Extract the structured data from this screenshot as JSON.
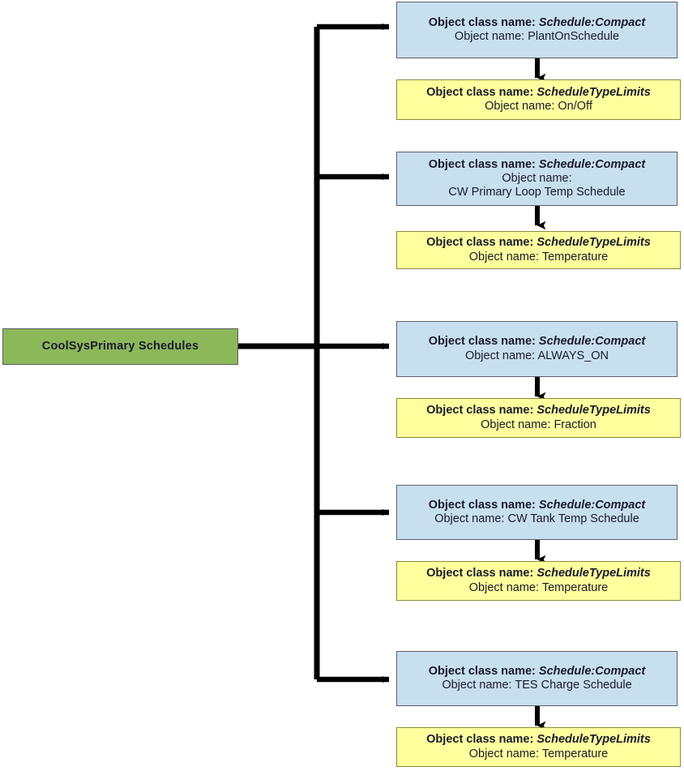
{
  "diagram": {
    "type": "tree",
    "title": "CoolSysPrimary Schedules object tree",
    "colors": {
      "root_fill": "#8cb85a",
      "compact_fill": "#c8dff0",
      "limits_fill": "#ffff9e",
      "connector": "#000000",
      "text": "#1a1a2e"
    },
    "root": {
      "label": "CoolSysPrimary Schedules"
    },
    "labels": {
      "class_prefix": "Object class name:",
      "name_prefix": "Object name:"
    },
    "branches": [
      {
        "compact": {
          "class_prefix": "Object class name:",
          "class_name": "Schedule:Compact",
          "name_prefix": "Object name:",
          "object_name": "PlantOnSchedule",
          "object_name_wrapped": false
        },
        "limits": {
          "class_prefix": "Object class name:",
          "class_name": "ScheduleTypeLimits",
          "name_prefix": "Object name:",
          "object_name": "On/Off"
        }
      },
      {
        "compact": {
          "class_prefix": "Object class name:",
          "class_name": "Schedule:Compact",
          "name_prefix": "Object name:",
          "object_name": "CW Primary Loop Temp Schedule",
          "object_name_wrapped": true
        },
        "limits": {
          "class_prefix": "Object class name:",
          "class_name": "ScheduleTypeLimits",
          "name_prefix": "Object name:",
          "object_name": "Temperature"
        }
      },
      {
        "compact": {
          "class_prefix": "Object class name:",
          "class_name": "Schedule:Compact",
          "name_prefix": "Object name:",
          "object_name": "ALWAYS_ON",
          "object_name_wrapped": false
        },
        "limits": {
          "class_prefix": "Object class name:",
          "class_name": "ScheduleTypeLimits",
          "name_prefix": "Object name:",
          "object_name": "Fraction"
        }
      },
      {
        "compact": {
          "class_prefix": "Object class name:",
          "class_name": "Schedule:Compact",
          "name_prefix": "Object name:",
          "object_name": "CW Tank Temp Schedule",
          "object_name_wrapped": false
        },
        "limits": {
          "class_prefix": "Object class name:",
          "class_name": "ScheduleTypeLimits",
          "name_prefix": "Object name:",
          "object_name": "Temperature"
        }
      },
      {
        "compact": {
          "class_prefix": "Object class name:",
          "class_name": "Schedule:Compact",
          "name_prefix": "Object name:",
          "object_name": "TES Charge Schedule",
          "object_name_wrapped": false
        },
        "limits": {
          "class_prefix": "Object class name:",
          "class_name": "ScheduleTypeLimits",
          "name_prefix": "Object name:",
          "object_name": "Temperature"
        }
      }
    ]
  }
}
